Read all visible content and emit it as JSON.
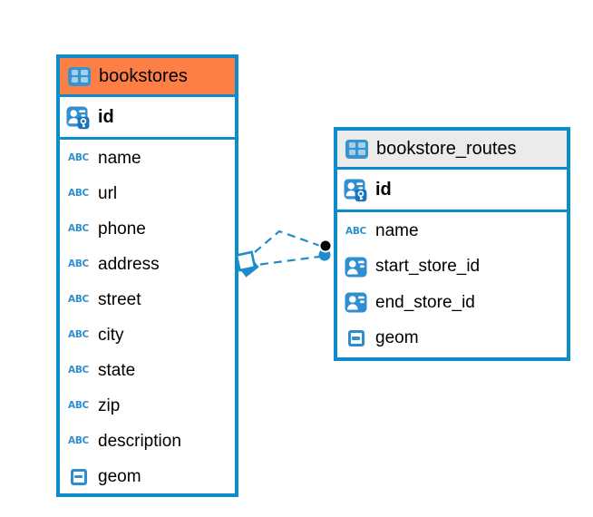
{
  "diagram": {
    "tables": [
      {
        "name": "bookstores",
        "header_color": "#FC7F46",
        "key_columns": [
          {
            "name": "id",
            "type": "pk"
          }
        ],
        "columns": [
          {
            "name": "name",
            "type": "text"
          },
          {
            "name": "url",
            "type": "text"
          },
          {
            "name": "phone",
            "type": "text"
          },
          {
            "name": "address",
            "type": "text"
          },
          {
            "name": "street",
            "type": "text"
          },
          {
            "name": "city",
            "type": "text"
          },
          {
            "name": "state",
            "type": "text"
          },
          {
            "name": "zip",
            "type": "text"
          },
          {
            "name": "description",
            "type": "text"
          },
          {
            "name": "geom",
            "type": "geom"
          }
        ]
      },
      {
        "name": "bookstore_routes",
        "header_color": "#EBEBEB",
        "key_columns": [
          {
            "name": "id",
            "type": "pk"
          }
        ],
        "columns": [
          {
            "name": "name",
            "type": "text"
          },
          {
            "name": "start_store_id",
            "type": "fk"
          },
          {
            "name": "end_store_id",
            "type": "fk"
          },
          {
            "name": "geom",
            "type": "geom"
          }
        ]
      }
    ],
    "relationship": {
      "from_table": "bookstores",
      "to_table": "bookstore_routes",
      "line_style": "dashed",
      "line_count": 2
    },
    "icons": {
      "text_type_label": "ABC"
    },
    "colors": {
      "table_border": "#0A8CCD",
      "header_orange": "#FC7F46",
      "header_gray": "#EBEBEB",
      "icon_blue": "#2F8FD0",
      "relation_line": "#1E8CCA",
      "relation_target_dot": "#000000"
    }
  }
}
